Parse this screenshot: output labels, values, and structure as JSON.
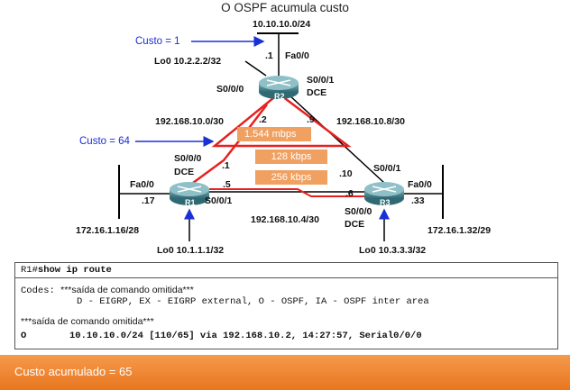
{
  "title": "O OSPF acumula custo",
  "annotations": {
    "cost_r2": "Custo = 1",
    "cost_link": "Custo = 64"
  },
  "routers": {
    "r1": {
      "name": "R1",
      "loopback": "Lo0 10.1.1.1/32",
      "lan": "172.16.1.16/28",
      "fa": "Fa0/0",
      "fa_host": ".17",
      "s000": "S0/0/0",
      "s000_dce": "DCE",
      "s001": "S0/0/1",
      "host_to_r2": ".1",
      "host_to_r3": ".5"
    },
    "r2": {
      "name": "R2",
      "loopback": "Lo0 10.2.2.2/32",
      "lan": "10.10.10.0/24",
      "fa": "Fa0/0",
      "fa_host": ".1",
      "s000": "S0/0/0",
      "s001": "S0/0/1",
      "s001_dce": "DCE",
      "host_to_r1": ".2",
      "host_to_r3": ".9"
    },
    "r3": {
      "name": "R3",
      "loopback": "Lo0 10.3.3.3/32",
      "lan": "172.16.1.32/29",
      "fa": "Fa0/0",
      "fa_host": ".33",
      "s000": "S0/0/0",
      "s000_dce": "DCE",
      "s001": "S0/0/1",
      "host_to_r2": ".10",
      "host_to_r1": ".6"
    }
  },
  "links": {
    "r1_r2": {
      "network": "192.168.10.0/30",
      "bandwidth": "1.544 mbps"
    },
    "r2_r3": {
      "network": "192.168.10.8/30",
      "bandwidth": "128 kbps"
    },
    "r1_r3": {
      "network": "192.168.10.4/30",
      "bandwidth": "256 kbps"
    }
  },
  "cli": {
    "prompt": "R1#",
    "command": "show ip route",
    "codes_label": "Codes:",
    "codes_omitted": "***saída de comando omitida***",
    "codes_line": "D - EIGRP, EX - EIGRP external, O - OSPF, IA - OSPF inter area",
    "omitted": "***saída de comando omitida***",
    "route_code": "O",
    "route_text": "10.10.10.0/24 [110/65] via 192.168.10.2, 14:27:57, Serial0/0/0"
  },
  "result": "Custo acumulado = 65",
  "colors": {
    "highlight": "#e82020",
    "accent": "#f0a060",
    "link": "#1a2fd6"
  }
}
